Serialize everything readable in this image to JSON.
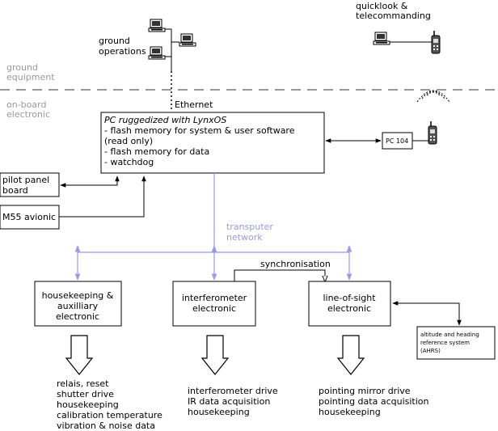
{
  "top": {
    "quicklook_line1": "quicklook &",
    "quicklook_line2": "telecommanding",
    "ground_ops_line1": "ground",
    "ground_ops_line2": "operations",
    "ground_equipment_line1": "ground",
    "ground_equipment_line2": "equipment",
    "onboard_line1": "on-board",
    "onboard_line2": "electronic",
    "ethernet": "Ethernet"
  },
  "pc": {
    "line1": "PC ruggedized  with LynxOS",
    "line2": "- flash memory for system & user software",
    "line3": "(read only)",
    "line4": "- flash memory for data",
    "line5": "- watchdog"
  },
  "pc104": "PC 104",
  "pilot_panel": {
    "line1": "pilot panel",
    "line2": "board"
  },
  "m55": "M55 avionic",
  "transputer": {
    "line1": "transputer",
    "line2": "network"
  },
  "synchronisation": "synchronisation",
  "housekeeping_box": {
    "line1": "housekeeping &",
    "line2": "auxilliary",
    "line3": "electronic"
  },
  "interferometer_box": {
    "line1": "interferometer",
    "line2": "electronic"
  },
  "los_box": {
    "line1": "line-of-sight",
    "line2": "electronic"
  },
  "ahrs": {
    "line1": "altitude and heading",
    "line2": "reference system",
    "line3": "(AHRS)"
  },
  "outputs": {
    "housekeeping": [
      "relais, reset",
      "shutter drive",
      "housekeeping",
      "calibration temperature",
      "vibration & noise data"
    ],
    "interferometer": [
      "interferometer drive",
      "IR data acquisition",
      "housekeeping"
    ],
    "los": [
      "pointing mirror drive",
      "pointing data acquisition",
      "housekeeping"
    ]
  }
}
